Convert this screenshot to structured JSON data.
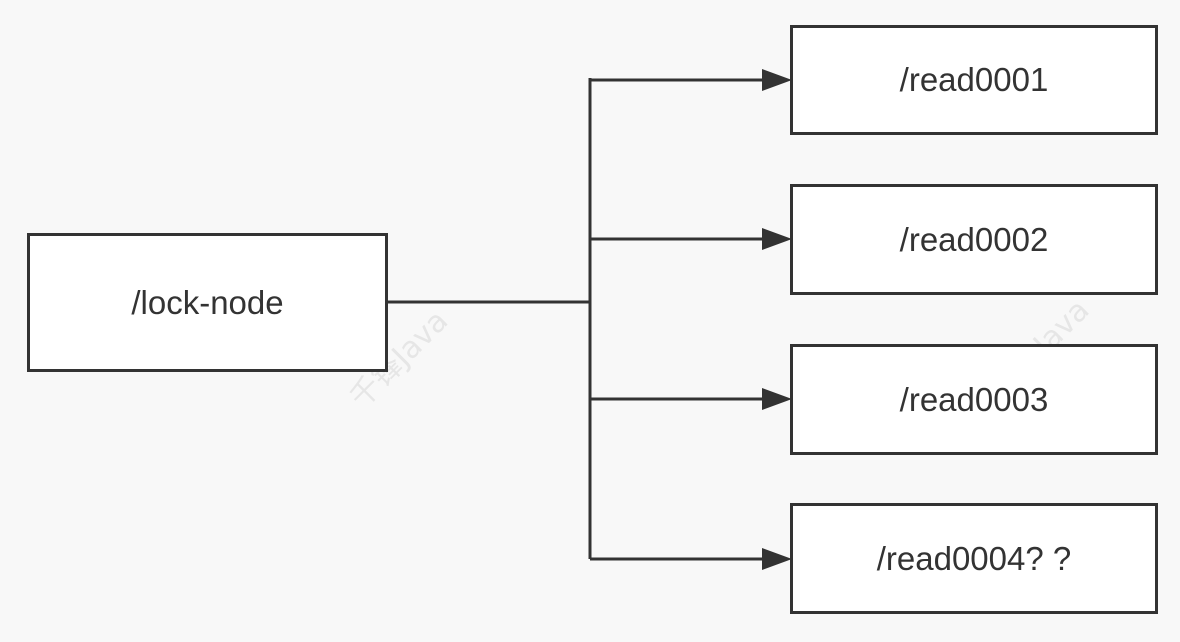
{
  "nodes": {
    "root": {
      "label": "/lock-node"
    },
    "children": [
      {
        "label": "/read0001"
      },
      {
        "label": "/read0002"
      },
      {
        "label": "/read0003"
      },
      {
        "label": "/read0004? ?"
      }
    ]
  },
  "watermark": {
    "text_1": "千锋Java",
    "text_2": "Java"
  },
  "colors": {
    "stroke": "#333333",
    "box_fill": "#ffffff",
    "background": "#f8f8f8"
  }
}
